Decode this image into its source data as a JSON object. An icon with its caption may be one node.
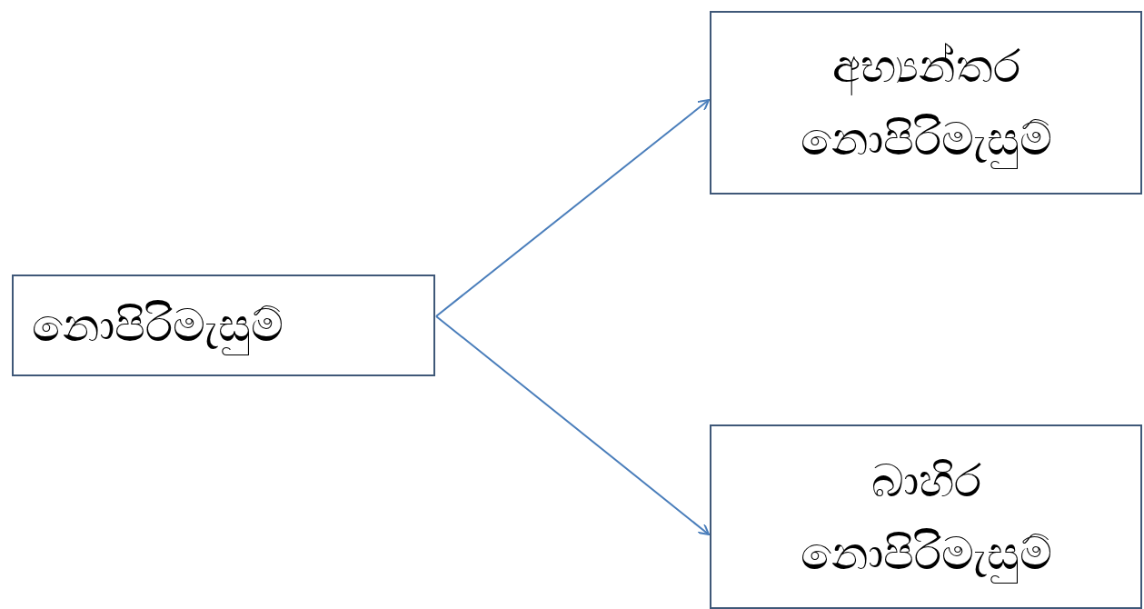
{
  "diagram": {
    "nodes": [
      {
        "text": [
          "නොපිරිමැසුම්"
        ]
      },
      {
        "text": [
          "අභ්‍යන්තර නොපිරිමැසුම්"
        ]
      },
      {
        "text": [
          "බාහිර නොපිරිමැසුම්"
        ]
      }
    ],
    "edges": [
      {
        "from": 0,
        "to": 1,
        "arrow": "to"
      },
      {
        "from": 0,
        "to": 2,
        "arrow": "to"
      }
    ]
  }
}
